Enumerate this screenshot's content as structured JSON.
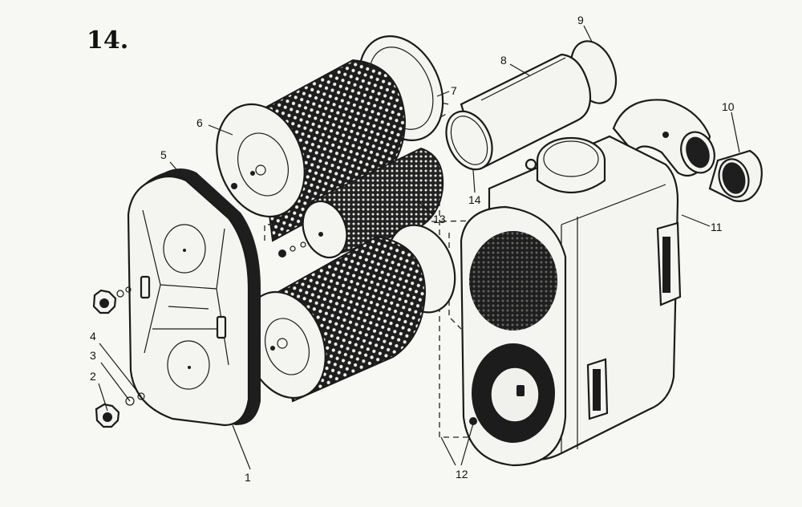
{
  "figure": {
    "number": "14."
  },
  "callouts": [
    {
      "id": "c1",
      "text": "1"
    },
    {
      "id": "c2",
      "text": "2"
    },
    {
      "id": "c3",
      "text": "3"
    },
    {
      "id": "c4",
      "text": "4"
    },
    {
      "id": "c5",
      "text": "5"
    },
    {
      "id": "c6",
      "text": "6"
    },
    {
      "id": "c7",
      "text": "7"
    },
    {
      "id": "c8",
      "text": "8"
    },
    {
      "id": "c9",
      "text": "9"
    },
    {
      "id": "c10",
      "text": "10"
    },
    {
      "id": "c11",
      "text": "11"
    },
    {
      "id": "c12",
      "text": "12"
    },
    {
      "id": "c13",
      "text": "13"
    },
    {
      "id": "c14",
      "text": "14"
    }
  ],
  "colors": {
    "ink": "#1a1a1a",
    "paper": "#f7f7f4"
  }
}
